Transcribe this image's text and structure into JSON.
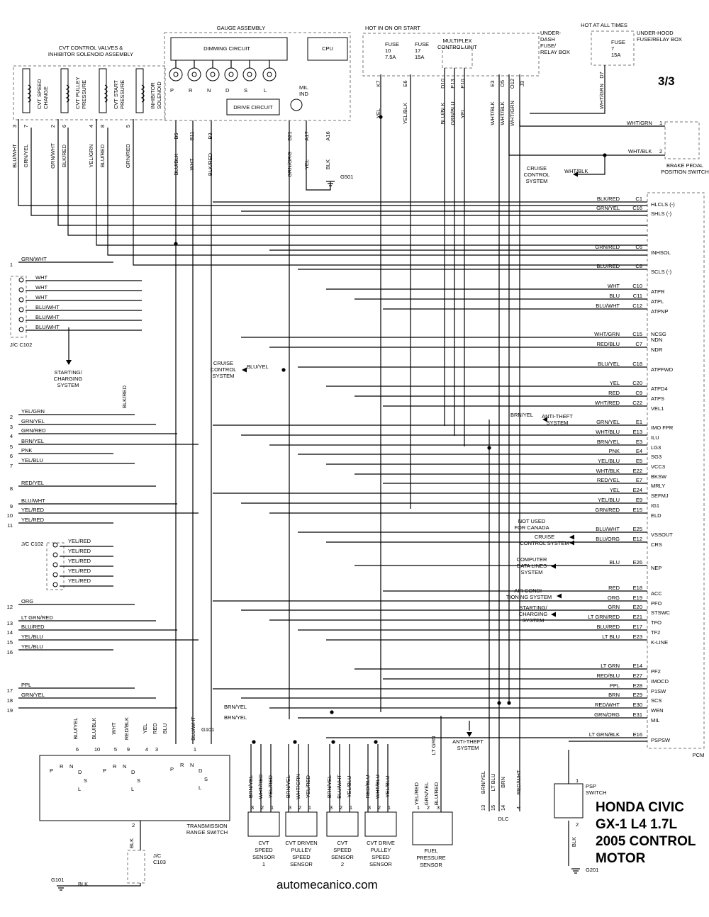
{
  "page_number": "3/3",
  "title_lines": [
    "HONDA CIVIC",
    "GX-1 L4 1.7L",
    "2005 CONTROL",
    "MOTOR"
  ],
  "website": "automecanico.com",
  "top_components": {
    "cvt_valves_title": [
      "CVT CONTROL VALVES &",
      "INHIBITOR SOLENOID ASSEMBLY"
    ],
    "valves": [
      {
        "label": [
          "CVT SPEED",
          "CHANGE"
        ],
        "pins": [
          "3",
          "7"
        ],
        "wires": [
          "BLU/WHT",
          "GRN/YEL"
        ]
      },
      {
        "label": [
          "CVT PULLEY",
          "PRESSURE"
        ],
        "pins": [
          "2",
          "6"
        ],
        "wires": [
          "GRN/WHT",
          "BLK/RED"
        ]
      },
      {
        "label": [
          "CVT START",
          "PRESSURE"
        ],
        "pins": [
          "4",
          "8"
        ],
        "wires": [
          "YEL/GRN",
          "BLU/RED"
        ]
      },
      {
        "label": [
          "INHIBITOR",
          "SOLENOID"
        ],
        "pins": [
          "5"
        ],
        "wires": [
          "GRN/RED"
        ]
      }
    ],
    "gauge_title": "GAUGE ASSEMBLY",
    "dimming": "DIMMING CIRCUIT",
    "cpu": "CPU",
    "drive": "DRIVE CIRCUIT",
    "mil": [
      "MIL",
      "IND"
    ],
    "gauge_letters": [
      "P",
      "R",
      "N",
      "D",
      "S",
      "L"
    ],
    "gauge_pins": [
      "B5",
      "B11",
      "B3",
      "B21",
      "A17",
      "A16"
    ],
    "gauge_wires": [
      "BLU/BLK",
      "WHT",
      "BLK/RED",
      "GRN/ORG",
      "YEL",
      "BLK"
    ],
    "g501": "G501",
    "hot_run": "HOT IN ON OR START",
    "fuse10": [
      "FUSE",
      "10",
      "7.5A"
    ],
    "fuse17": [
      "FUSE",
      "17",
      "15A"
    ],
    "fuse_wires": [
      "K7",
      "E6",
      "YEL",
      "YEL/BLK",
      "YEL"
    ],
    "multiplex": [
      "MULTIPLEX",
      "CONTROL UNIT"
    ],
    "mux_pins": [
      "D10",
      "E13",
      "E10",
      "E3",
      "O5",
      "O12",
      "J3"
    ],
    "mux_wires": [
      "BLU/BLK",
      "GRN/BLU",
      "YEL",
      "WHT/BLK",
      "WHT/BLK",
      "WHT/GRN"
    ],
    "underdash": [
      "UNDER-",
      "DASH",
      "FUSE/",
      "RELAY BOX"
    ],
    "hot_all": "HOT AT ALL TIMES",
    "fuse7": [
      "FUSE",
      "7",
      "15A"
    ],
    "underhood": [
      "UNDER-HOOD",
      "FUSE/RELAY BOX"
    ],
    "d7": "D7",
    "d7_wire": "WHT/GRN",
    "brake_switch": [
      "BRAKE PEDAL",
      "POSITION SWITCH"
    ],
    "brake_wires": [
      "WHT/GRN",
      "1",
      "WHT/BLK",
      "2"
    ],
    "cruise": [
      "CRUISE",
      "CONTROL",
      "SYSTEM"
    ],
    "cruise_wire": "WHT/BLK"
  },
  "pcm_label": "PCM",
  "pcm_pins": [
    {
      "wire": "BLK/RED",
      "pin": "C1",
      "name": "HLCLS (-)"
    },
    {
      "wire": "GRN/YEL",
      "pin": "C16",
      "name": "SHLS (-)"
    },
    {
      "wire": "GRN/RED",
      "pin": "C6",
      "name": "INHSOL"
    },
    {
      "wire": "BLU/RED",
      "pin": "C8",
      "name": "SCLS (-)"
    },
    {
      "wire": "WHT",
      "pin": "C10",
      "name": "ATPR"
    },
    {
      "wire": "BLU",
      "pin": "C11",
      "name": "ATPL"
    },
    {
      "wire": "BLU/WHT",
      "pin": "C12",
      "name": "ATPNP"
    },
    {
      "wire": "",
      "pin": "",
      "name": "NCSG"
    },
    {
      "wire": "WHT/GRN",
      "pin": "C15",
      "name": "NDN"
    },
    {
      "wire": "RED/BLU",
      "pin": "C7",
      "name": "NDR"
    },
    {
      "wire": "BLU/YEL",
      "pin": "C18",
      "name": "ATPFWD"
    },
    {
      "wire": "YEL",
      "pin": "C20",
      "name": "ATPD4"
    },
    {
      "wire": "RED",
      "pin": "C9",
      "name": "ATPS"
    },
    {
      "wire": "WHT/RED",
      "pin": "C22",
      "name": "VEL1"
    },
    {
      "wire": "GRN/YEL",
      "pin": "E1",
      "name": "IMO FPR"
    },
    {
      "wire": "WHT/BLU",
      "pin": "E13",
      "name": "ILU"
    },
    {
      "wire": "BRN/YEL",
      "pin": "E3",
      "name": "LG3"
    },
    {
      "wire": "PNK",
      "pin": "E4",
      "name": "SG3"
    },
    {
      "wire": "YEL/BLU",
      "pin": "E5",
      "name": "VCC3"
    },
    {
      "wire": "WHT/BLK",
      "pin": "E22",
      "name": "BKSW"
    },
    {
      "wire": "RED/YEL",
      "pin": "E7",
      "name": "MRLY"
    },
    {
      "wire": "YEL",
      "pin": "E24",
      "name": "SEFMJ"
    },
    {
      "wire": "YEL/BLU",
      "pin": "E9",
      "name": "IG1"
    },
    {
      "wire": "GRN/RED",
      "pin": "E15",
      "name": "ELD"
    },
    {
      "wire": "BLU/WHT",
      "pin": "E25",
      "name": "VSSOUT"
    },
    {
      "wire": "BLU/ORG",
      "pin": "E12",
      "name": "CRS"
    },
    {
      "wire": "BLU",
      "pin": "E26",
      "name": "NEP"
    },
    {
      "wire": "RED",
      "pin": "E18",
      "name": "ACC"
    },
    {
      "wire": "ORG",
      "pin": "E19",
      "name": "PFO"
    },
    {
      "wire": "GRN",
      "pin": "E20",
      "name": "STSWC"
    },
    {
      "wire": "LT GRN/RED",
      "pin": "E21",
      "name": "TFO"
    },
    {
      "wire": "BLU/RED",
      "pin": "E17",
      "name": "TF2"
    },
    {
      "wire": "LT BLU",
      "pin": "E23",
      "name": "K-LINE"
    },
    {
      "wire": "LT GRN",
      "pin": "E14",
      "name": "PF2"
    },
    {
      "wire": "RED/BLU",
      "pin": "E27",
      "name": "IMOCD"
    },
    {
      "wire": "PPL",
      "pin": "E28",
      "name": "P1SW"
    },
    {
      "wire": "BRN",
      "pin": "E29",
      "name": "SCS"
    },
    {
      "wire": "RED/WHT",
      "pin": "E30",
      "name": "WEN"
    },
    {
      "wire": "GRN/ORG",
      "pin": "E31",
      "name": "MIL"
    },
    {
      "wire": "LT GRN/BLK",
      "pin": "E16",
      "name": "PSPSW"
    }
  ],
  "left_wires": [
    {
      "num": "1",
      "wire": "GRN/WHT"
    },
    {
      "num": "2",
      "wire": "YEL/GRN"
    },
    {
      "num": "3",
      "wire": "GRN/YEL"
    },
    {
      "num": "4",
      "wire": "GRN/RED"
    },
    {
      "num": "5",
      "wire": "BRN/YEL"
    },
    {
      "num": "6",
      "wire": "PNK"
    },
    {
      "num": "7",
      "wire": "YEL/BLU"
    },
    {
      "num": "8",
      "wire": "RED/YEL"
    },
    {
      "num": "9",
      "wire": "BLU/WHT"
    },
    {
      "num": "10",
      "wire": "YEL/RED"
    },
    {
      "num": "11",
      "wire": "YEL/RED"
    },
    {
      "num": "12",
      "wire": "ORG"
    },
    {
      "num": "13",
      "wire": "LT GRN/RED"
    },
    {
      "num": "14",
      "wire": "BLU/RED"
    },
    {
      "num": "15",
      "wire": "YEL/BLU"
    },
    {
      "num": "16",
      "wire": "YEL/BLU"
    },
    {
      "num": "17",
      "wire": "PPL"
    },
    {
      "num": "18",
      "wire": "GRN/YEL"
    },
    {
      "num": "19",
      "wire": ""
    }
  ],
  "jc_upper": {
    "label": "J/C C102",
    "wires": [
      "WHT",
      "WHT",
      "WHT",
      "BLU/WHT",
      "BLU/WHT",
      "BLU/WHT"
    ],
    "dest": [
      "STARTING/",
      "CHARGING",
      "SYSTEM"
    ]
  },
  "jc_lower": {
    "label": "J/C C102",
    "wires": [
      "YEL/RED",
      "YEL/RED",
      "YEL/RED",
      "YEL/RED",
      "YEL/RED"
    ]
  },
  "blk_red": "BLK/RED",
  "mid_labels": {
    "cruise": [
      "CRUISE",
      "CONTROL",
      "SYSTEM"
    ],
    "blu_yel": "BLU/YEL",
    "anti_theft": [
      "ANTI-THEFT",
      "SYSTEM"
    ],
    "brn_yel": "BRN/YEL",
    "not_used": [
      "NOT USED",
      "FOR CANADA"
    ],
    "cruise2": [
      "CRUISE",
      "CONTROL SYSTEM"
    ],
    "computer": [
      "COMPUTER",
      "DATA LINES",
      "SYSTEM"
    ],
    "aircon": [
      "AIR CONDI-",
      "TIONING SYSTEM"
    ],
    "starting": [
      "STARTING/",
      "CHARGING",
      "SYSTEM"
    ],
    "anti_theft2": [
      "ANTI-THEFT",
      "SYSTEM"
    ]
  },
  "bottom": {
    "trs_label": [
      "TRANSMISSION",
      "RANGE SWITCH"
    ],
    "trs_pins": [
      "6",
      "10",
      "5",
      "9",
      "4",
      "3",
      "1"
    ],
    "trs_wires": [
      "BLU/YEL",
      "BLU/BLK",
      "WHT",
      "RED/BLK",
      "YEL",
      "RED",
      "BLU",
      "BLU/WHT"
    ],
    "trs_letters": [
      "P",
      "R",
      "N",
      "D",
      "S",
      "L"
    ],
    "g101": "G101",
    "g101_wires": [
      "BRN/YEL",
      "BRN/YEL"
    ],
    "jc103": [
      "J/C",
      "C103"
    ],
    "blk": "BLK",
    "sensors": [
      {
        "label": [
          "CVT",
          "SPEED",
          "SENSOR",
          "1"
        ],
        "pins": [
          "3",
          "2",
          "1"
        ],
        "wires": [
          "BRN/YEL",
          "WHT/RED",
          "YEL/RED"
        ]
      },
      {
        "label": [
          "CVT DRIVEN",
          "PULLEY",
          "SPEED",
          "SENSOR"
        ],
        "pins": [
          "3",
          "2",
          "1"
        ],
        "wires": [
          "BRN/YEL",
          "WHT/GRN",
          "YEL/RED"
        ]
      },
      {
        "label": [
          "CVT",
          "SPEED",
          "SENSOR",
          "2"
        ],
        "pins": [
          "3",
          "2",
          "1"
        ],
        "wires": [
          "BRN/YEL",
          "BLU/WHT",
          "YEL/BLU"
        ]
      },
      {
        "label": [
          "CVT DRIVE",
          "PULLEY",
          "SPEED",
          "SENSOR"
        ],
        "pins": [
          "3",
          "2",
          "1"
        ],
        "wires": [
          "RED/BLU",
          "WHT/BLU",
          "YEL/BLU"
        ]
      }
    ],
    "fuel": {
      "label": [
        "FUEL",
        "PRESSURE",
        "SENSOR"
      ],
      "pins": [
        "1",
        "2",
        "3"
      ],
      "wires": [
        "YEL/RED",
        "GRN/YEL",
        "BLU/RED"
      ],
      "lt_grn": "LT GRN"
    },
    "dlc": {
      "label": "DLC",
      "pins": [
        "13",
        "15",
        "14",
        "4"
      ],
      "wires": [
        "BRN/YEL",
        "LT BLU",
        "BRN",
        "RED/WHT"
      ]
    },
    "psp": {
      "label": [
        "PSP",
        "SWITCH"
      ],
      "pins": [
        "1",
        "2"
      ],
      "wire": "BLK",
      "ground": "G201"
    }
  }
}
